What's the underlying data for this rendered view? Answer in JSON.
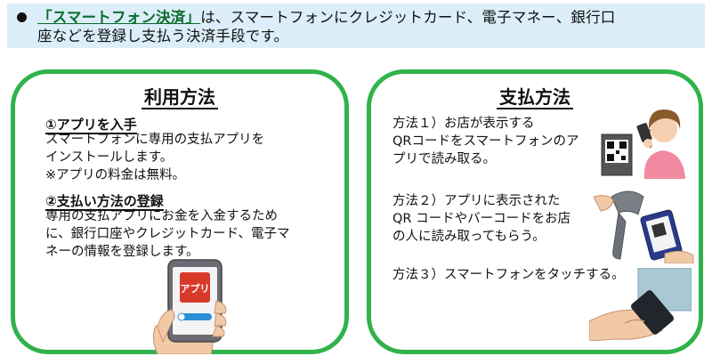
{
  "banner": {
    "highlight": "「スマートフォン決済」",
    "text_line1_rest": "は、スマートフォンにクレジットカード、電子マネー、銀行口",
    "text_line2": "座などを登録し支払う決済手段です。"
  },
  "left_panel": {
    "title": "利用方法",
    "step1": {
      "title": "①アプリを入手",
      "body": "スマートフォンに専用の支払アプリを\nインストールします。\n※アプリの料金は無料。"
    },
    "step2": {
      "title": "②支払い方法の登録",
      "body": "専用の支払アプリにお金を入金するため\nに、銀行口座やクレジットカード、電子マ\nネーの情報を登録します。"
    },
    "phone_app_label": "アプリ"
  },
  "right_panel": {
    "title": "支払方法",
    "methods": [
      "方法１）お店が表示する\nQRコードをスマートフォンのア\nプリで読み取る。",
      "方法２）アプリに表示された\nQR コードやバーコードをお店\nの人に読み取ってもらう。",
      "方法３）スマートフォンをタッチする。"
    ]
  },
  "colors": {
    "panel_border": "#2fb34a",
    "banner_bg": "#dbeef9",
    "highlight_text": "#0b6b2c",
    "app_icon": "#d83a2a"
  }
}
